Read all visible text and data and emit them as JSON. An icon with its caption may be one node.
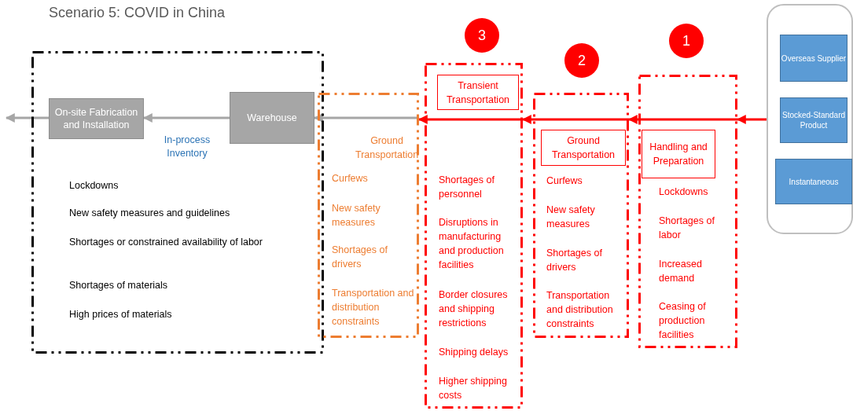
{
  "diagram": {
    "title": "Scenario 5: COVID in China",
    "nodes": [
      {
        "text": [
          "Lockdowns",
          "New safety measures and guidelines",
          "Shortages or constrained availability of labor",
          "Shortages of materials",
          "High prices of materials"
        ]
      },
      {
        "text": [
          "On-site Fabrication and Installation"
        ],
        "in": 0
      },
      {
        "text": [
          "Warehouse"
        ],
        "in": 0
      },
      {
        "text": [
          "Ground Transportation",
          "Curfews",
          "New safety measures",
          "Shortages of drivers",
          "Transportation and distribution constraints"
        ]
      },
      {
        "text": [
          "3"
        ]
      },
      {
        "text": [
          "Shortages of personnel",
          "Disruptions in manufacturing and production facilities",
          "Border closures and shipping restrictions",
          "Shipping delays",
          "Higher shipping costs"
        ]
      },
      {
        "text": [
          "Transient Transportation"
        ],
        "in": 5
      },
      {
        "text": [
          "2"
        ]
      },
      {
        "text": [
          "Curfews",
          "New safety measures",
          "Shortages of drivers",
          "Transportation and distribution constraints"
        ]
      },
      {
        "text": [
          "Ground Transportation"
        ],
        "in": 8
      },
      {
        "text": [
          "1"
        ]
      },
      {
        "text": [
          "Lockdowns",
          "Shortages of labor",
          "Increased demand",
          "Ceasing of production facilities"
        ]
      },
      {
        "text": [
          "Handling and Preparation"
        ],
        "in": 11
      },
      {
        "text": [],
        "shape": "box"
      },
      {
        "text": [
          "Overseas Supplier"
        ],
        "in": 13
      },
      {
        "text": [
          "Stocked-Standard Product"
        ],
        "in": 13
      },
      {
        "text": [
          "Instantaneous"
        ],
        "in": 13
      }
    ],
    "edges": [
      {
        "from": 13,
        "to": 11,
        "arrow": "to",
        "color": "#ff0000"
      },
      {
        "from": 11,
        "to": 8,
        "arrow": "to",
        "color": "#ff0000"
      },
      {
        "from": 8,
        "to": 5,
        "arrow": "to",
        "color": "#ff0000"
      },
      {
        "from": 5,
        "to": 3,
        "arrow": "to",
        "color": "#ff0000"
      },
      {
        "from": 3,
        "to": 2,
        "arrow": "to",
        "color": "#a6a6a6"
      },
      {
        "from": 2,
        "to": 1,
        "arrow": "to",
        "label": "In-process Inventory",
        "color": "#a6a6a6"
      },
      {
        "from": 1,
        "to": null,
        "arrow": "to",
        "color": "#a6a6a6"
      }
    ]
  }
}
